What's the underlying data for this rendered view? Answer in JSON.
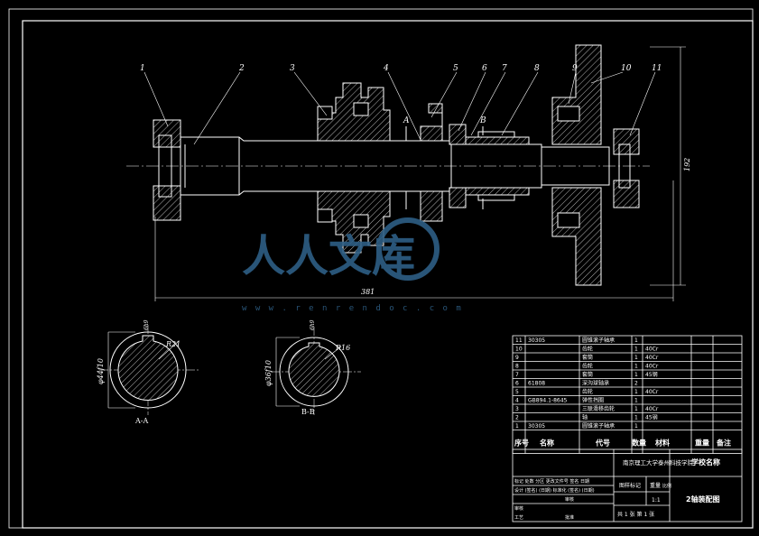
{
  "part_labels": [
    "1",
    "2",
    "3",
    "4",
    "5",
    "6",
    "7",
    "8",
    "9",
    "10",
    "11"
  ],
  "section_marks": {
    "a": "A",
    "b": "B"
  },
  "dimensions": {
    "overall_length": "381",
    "overall_height": "192",
    "section_a_radius": "R21",
    "section_a_dia": "φ44f10",
    "section_a_key": "6h9",
    "section_b_radius": "R16",
    "section_b_dia": "φ36f10",
    "section_b_key": "6h9"
  },
  "section_titles": {
    "a": "A-A",
    "b": "B-B"
  },
  "watermark": {
    "title": "人人文库",
    "url": "w w w . r e n r e n d o c . c o m"
  },
  "bom": {
    "rows": [
      {
        "no": "11",
        "code": "30305",
        "name": "圆锥滚子轴承",
        "qty": "1",
        "material": "",
        "mass": "",
        "remark": ""
      },
      {
        "no": "10",
        "code": "",
        "name": "齿轮",
        "qty": "1",
        "material": "40Cr",
        "mass": "",
        "remark": ""
      },
      {
        "no": "9",
        "code": "",
        "name": "套筒",
        "qty": "1",
        "material": "40Cr",
        "mass": "",
        "remark": ""
      },
      {
        "no": "8",
        "code": "",
        "name": "齿轮",
        "qty": "1",
        "material": "40Cr",
        "mass": "",
        "remark": ""
      },
      {
        "no": "7",
        "code": "",
        "name": "套筒",
        "qty": "1",
        "material": "45钢",
        "mass": "",
        "remark": ""
      },
      {
        "no": "6",
        "code": "61808",
        "name": "深沟球轴承",
        "qty": "2",
        "material": "",
        "mass": "",
        "remark": ""
      },
      {
        "no": "5",
        "code": "",
        "name": "齿轮",
        "qty": "1",
        "material": "40Cr",
        "mass": "",
        "remark": ""
      },
      {
        "no": "4",
        "code": "GB894.1-8645",
        "name": "弹性挡圈",
        "qty": "1",
        "material": "",
        "mass": "",
        "remark": ""
      },
      {
        "no": "3",
        "code": "",
        "name": "三联滑移齿轮",
        "qty": "1",
        "material": "40Cr",
        "mass": "",
        "remark": ""
      },
      {
        "no": "2",
        "code": "",
        "name": "轴",
        "qty": "1",
        "material": "45钢",
        "mass": "",
        "remark": ""
      },
      {
        "no": "1",
        "code": "30305",
        "name": "圆锥滚子轴承",
        "qty": "1",
        "material": "",
        "mass": "",
        "remark": ""
      }
    ],
    "headers": {
      "no": "序号",
      "name": "名称",
      "code": "代号",
      "qty": "数量",
      "material": "材料",
      "mass": "重量",
      "remark": "备注"
    }
  },
  "title_block": {
    "school": "南京理工大学泰州科技学院",
    "school_short": "学校名称",
    "drawing_name": "2轴装配图",
    "scale": "1:1",
    "sheet": "共 1 张  第 1 张",
    "stage_mark": "图样标记",
    "mass_lbl": "重量",
    "scale_lbl": "比例",
    "sign_rows": [
      "标记 处数 分区 更改文件号 签名 日期",
      "设计 (签名) (日期) 标准化 (签名) (日期)",
      "审核",
      "工艺"
    ],
    "approve": "批准",
    "reviewer": "审核"
  }
}
